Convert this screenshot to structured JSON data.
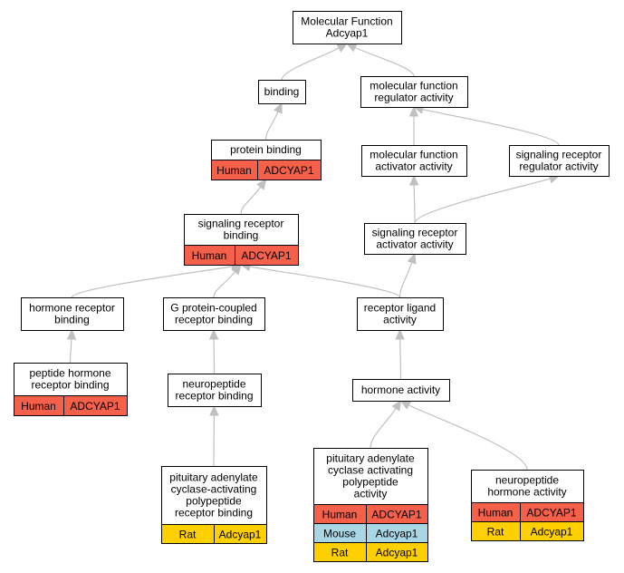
{
  "species_colors": {
    "Human": "#f4604a",
    "Mouse": "#a9d6e5",
    "Rat": "#ffd000"
  },
  "edge_color": "#c0c0c0",
  "nodes": {
    "root": {
      "lines": [
        "Molecular Function",
        "Adcyap1"
      ]
    },
    "binding": {
      "lines": [
        "binding"
      ]
    },
    "mfra": {
      "lines": [
        "molecular function",
        "regulator activity"
      ]
    },
    "pb": {
      "lines": [
        "protein binding"
      ],
      "rows": [
        [
          "Human",
          "ADCYAP1"
        ]
      ]
    },
    "mfaa": {
      "lines": [
        "molecular function",
        "activator activity"
      ]
    },
    "srra": {
      "lines": [
        "signaling receptor",
        "regulator activity"
      ]
    },
    "srb": {
      "lines": [
        "signaling receptor",
        "binding"
      ],
      "rows": [
        [
          "Human",
          "ADCYAP1"
        ]
      ]
    },
    "sraa": {
      "lines": [
        "signaling receptor",
        "activator activity"
      ]
    },
    "hrb": {
      "lines": [
        "hormone receptor",
        "binding"
      ]
    },
    "gpcr": {
      "lines": [
        "G protein-coupled",
        "receptor binding"
      ]
    },
    "rla": {
      "lines": [
        "receptor ligand",
        "activity"
      ]
    },
    "phrb": {
      "lines": [
        "peptide hormone",
        "receptor binding"
      ],
      "rows": [
        [
          "Human",
          "ADCYAP1"
        ]
      ]
    },
    "nrb": {
      "lines": [
        "neuropeptide",
        "receptor binding"
      ]
    },
    "ha": {
      "lines": [
        "hormone activity"
      ]
    },
    "pacap_rb": {
      "lines": [
        "pituitary adenylate",
        "cyclase-activating",
        "polypeptide",
        "receptor binding"
      ],
      "rows": [
        [
          "Rat",
          "Adcyap1"
        ]
      ]
    },
    "pacap_a": {
      "lines": [
        "pituitary adenylate",
        "cyclase activating",
        "polypeptide",
        "activity"
      ],
      "rows": [
        [
          "Human",
          "ADCYAP1"
        ],
        [
          "Mouse",
          "Adcyap1"
        ],
        [
          "Rat",
          "Adcyap1"
        ]
      ]
    },
    "nha": {
      "lines": [
        "neuropeptide",
        "hormone activity"
      ],
      "rows": [
        [
          "Human",
          "ADCYAP1"
        ],
        [
          "Rat",
          "Adcyap1"
        ]
      ]
    }
  },
  "edges": [
    [
      "binding",
      "root"
    ],
    [
      "mfra",
      "root"
    ],
    [
      "pb",
      "binding"
    ],
    [
      "mfaa",
      "mfra"
    ],
    [
      "srra",
      "mfra"
    ],
    [
      "srb",
      "pb"
    ],
    [
      "sraa",
      "mfaa"
    ],
    [
      "sraa",
      "srra"
    ],
    [
      "hrb",
      "srb"
    ],
    [
      "gpcr",
      "srb"
    ],
    [
      "rla",
      "srb"
    ],
    [
      "rla",
      "sraa"
    ],
    [
      "phrb",
      "hrb"
    ],
    [
      "nrb",
      "gpcr"
    ],
    [
      "ha",
      "rla"
    ],
    [
      "pacap_rb",
      "nrb"
    ],
    [
      "pacap_a",
      "ha"
    ],
    [
      "nha",
      "ha"
    ]
  ]
}
